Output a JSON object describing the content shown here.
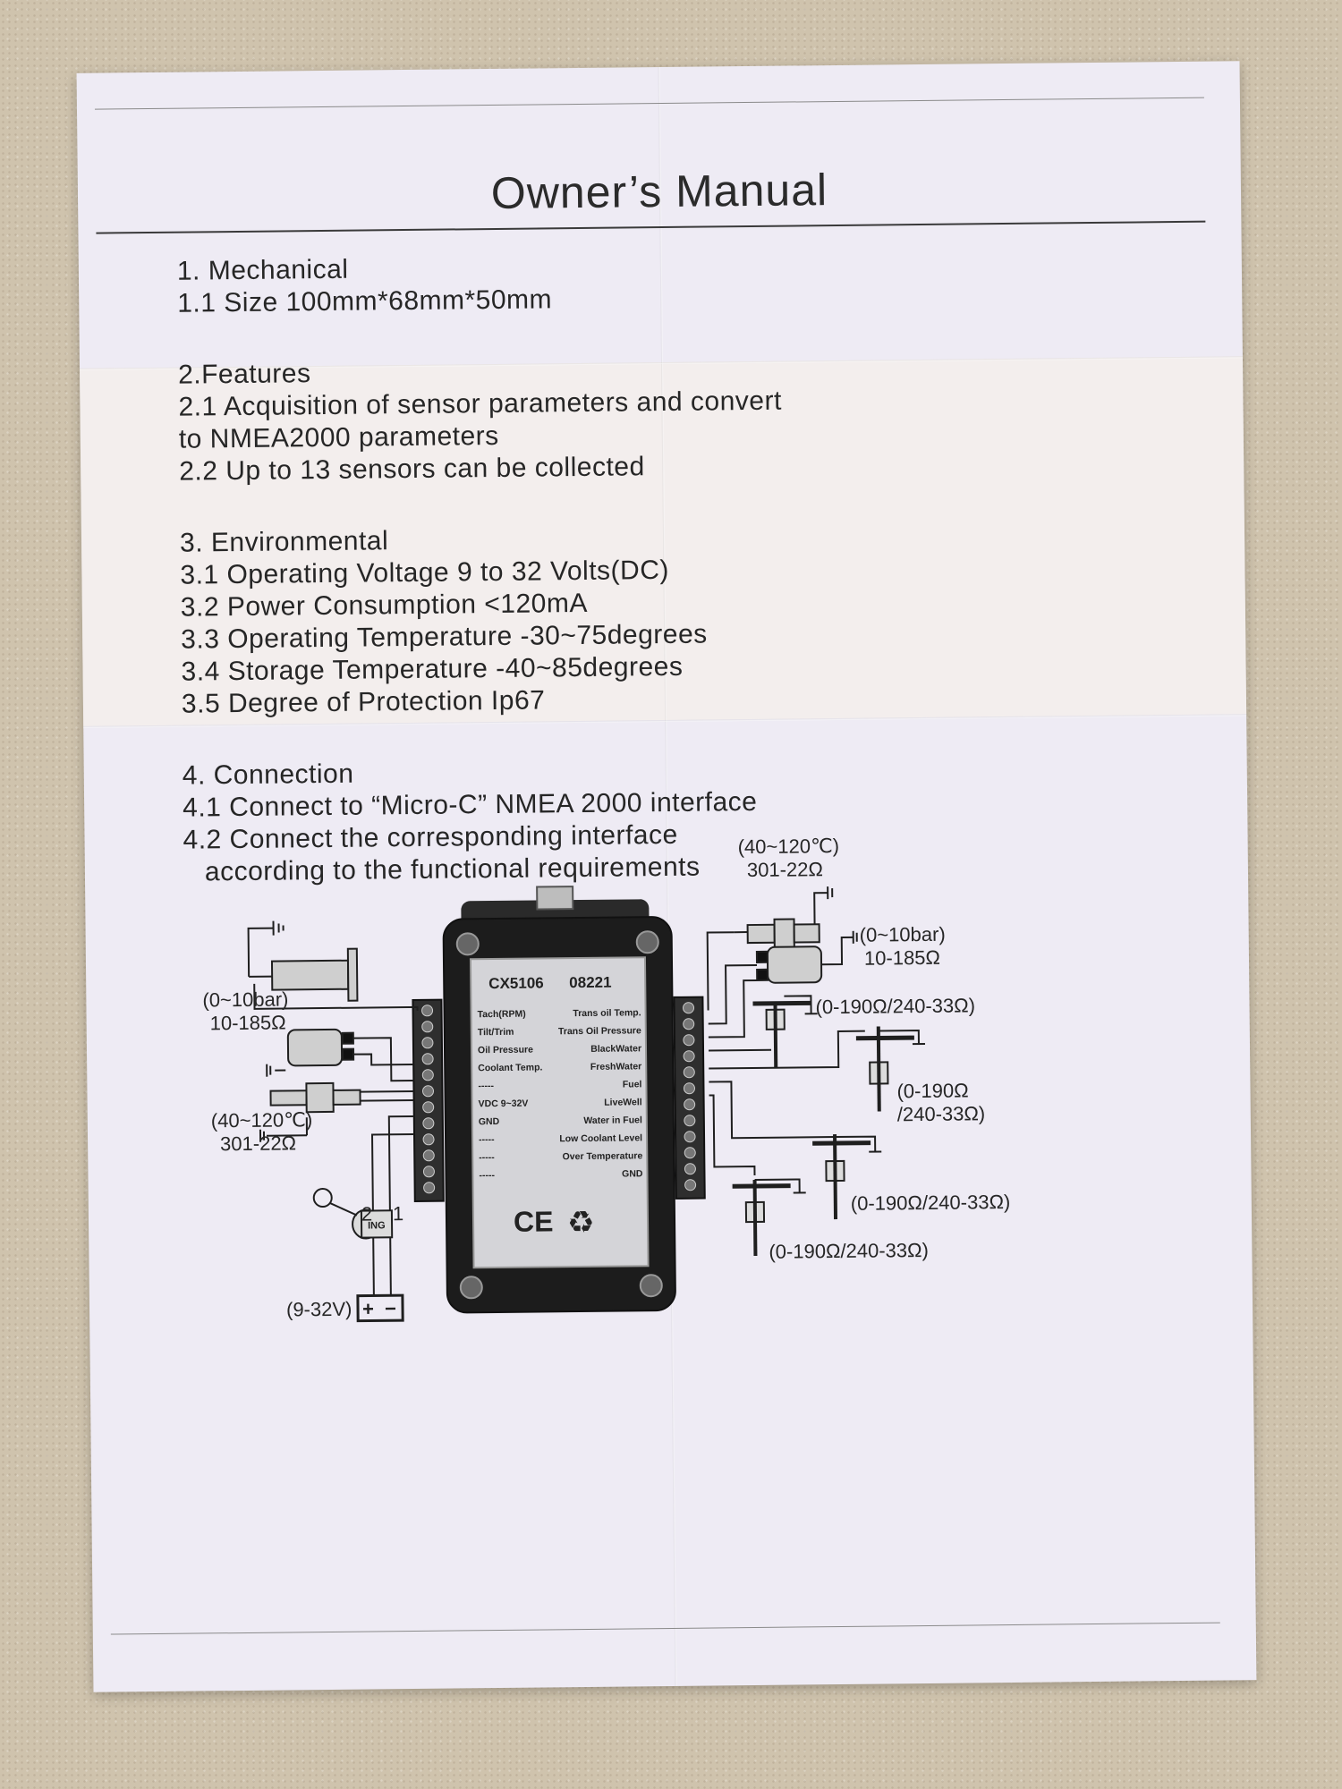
{
  "manual": {
    "title": "Owner’s Manual",
    "sections": [
      {
        "lines": [
          "1. Mechanical",
          "1.1 Size  100mm*68mm*50mm"
        ]
      },
      {
        "lines": [
          "2.Features",
          "2.1 Acquisition of sensor parameters and convert",
          "to NMEA2000 parameters",
          "2.2 Up to 13 sensors can be collected"
        ]
      },
      {
        "lines": [
          "3. Environmental",
          "3.1 Operating Voltage    9 to 32 Volts(DC)",
          "3.2 Power Consumption  <120mA",
          "3.3 Operating Temperature -30~75degrees",
          "3.4 Storage Temperature -40~85degrees",
          "3.5 Degree of Protection    Ip67"
        ]
      },
      {
        "lines": [
          "4. Connection",
          "4.1 Connect to “Micro-C” NMEA 2000 interface",
          "4.2 Connect the corresponding interface",
          "according to the functional requirements"
        ]
      }
    ]
  },
  "diagram": {
    "device": {
      "model": "CX5106",
      "code": "08221",
      "left_pins": [
        "Tach(RPM)",
        "Tilt/Trim",
        "Oil Pressure",
        "Coolant Temp.",
        "-----",
        "VDC 9~32V",
        "GND",
        "-----",
        "-----",
        "-----"
      ],
      "right_pins": [
        "Trans oil Temp.",
        "Trans Oil Pressure",
        "BlackWater",
        "FreshWater",
        "Fuel",
        "LiveWell",
        "Water in Fuel",
        "Low Coolant Level",
        "Over Temperature",
        "GND"
      ],
      "ce_mark": "CE",
      "recycle_mark": "♻"
    },
    "labels": {
      "temp_right_1": "(40~120℃)",
      "temp_right_2": "301-22Ω",
      "pressure_right_1": "(0~10bar)",
      "pressure_right_2": "10-185Ω",
      "pressure_left_1": "(0~10bar)",
      "pressure_left_2": "10-185Ω",
      "temp_left_1": "(40~120℃)",
      "temp_left_2": "301-22Ω",
      "level_1": "(0-190Ω/240-33Ω)",
      "level_2a": "(0-190Ω",
      "level_2b": "/240-33Ω)",
      "level_3": "(0-190Ω/240-33Ω)",
      "level_4": "(0-190Ω/240-33Ω)",
      "ignition": "ING",
      "wire_2": "2",
      "wire_1": "1",
      "battery_voltage": "(9-32V)",
      "battery_plus": "+",
      "battery_minus": "−"
    }
  }
}
